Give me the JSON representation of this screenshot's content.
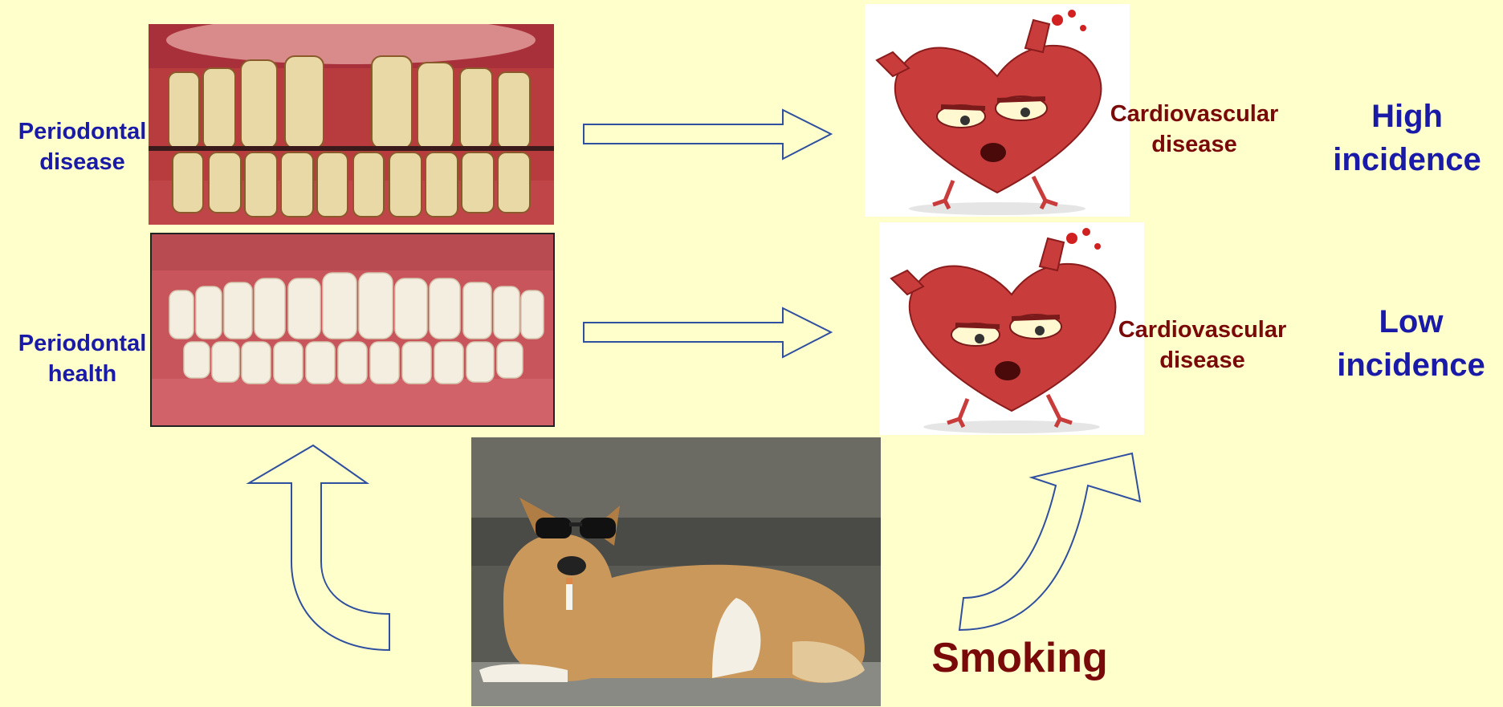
{
  "rows": [
    {
      "left_label": "Periodontal disease",
      "left_label_lines": [
        "Periodontal",
        "disease"
      ],
      "right_label_lines": [
        "Cardiovascular",
        "disease"
      ],
      "incidence_lines": [
        "High",
        "incidence"
      ]
    },
    {
      "left_label": "Periodontal health",
      "left_label_lines": [
        "Periodontal",
        "health"
      ],
      "right_label_lines": [
        "Cardiovascular",
        "disease"
      ],
      "incidence_lines": [
        "Low",
        "incidence"
      ]
    }
  ],
  "smoking_label": "Smoking",
  "colors": {
    "background": "#ffffcc",
    "label_blue": "#1a1aa8",
    "label_dark_red": "#7a0a0a",
    "arrow_stroke": "#2f4f9f",
    "heart": "#c83c3c"
  },
  "images": {
    "diseased_teeth": "photo of teeth with periodontal disease",
    "healthy_teeth": "photo of healthy teeth",
    "sad_heart_1": "cartoon sad heart",
    "sad_heart_2": "cartoon sad heart",
    "dog": "dog wearing sunglasses with a cigarette"
  }
}
